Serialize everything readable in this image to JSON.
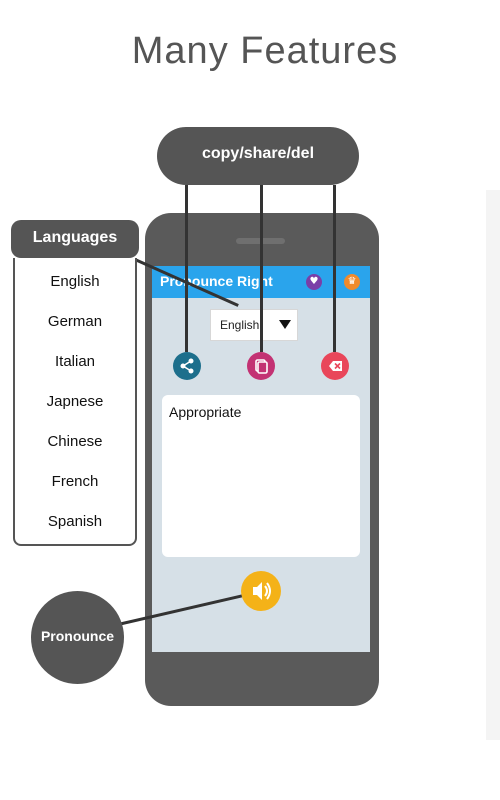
{
  "page": {
    "heading": "Many Features"
  },
  "callouts": {
    "top": "copy/share/del",
    "languages": "Languages",
    "pronounce": "Pronounce"
  },
  "languages_list": [
    "English",
    "German",
    "Italian",
    "Japnese",
    "Chinese",
    "French",
    "Spanish"
  ],
  "app": {
    "title": "Pronounce Right",
    "selected_language": "English",
    "text_value": "Appropriate",
    "icons": {
      "heart": "heart-icon",
      "crown": "crown-icon",
      "share": "share-icon",
      "copy": "copy-icon",
      "delete": "backspace-icon",
      "speak": "speaker-icon",
      "dropdown": "triangle-down-icon"
    },
    "colors": {
      "appbar": "#2aa4ec",
      "share": "#1d6f8c",
      "copy": "#c33273",
      "delete": "#e9465a",
      "speak": "#f4b218",
      "heart": "#7a3ea8",
      "crown": "#f08a2b"
    }
  }
}
